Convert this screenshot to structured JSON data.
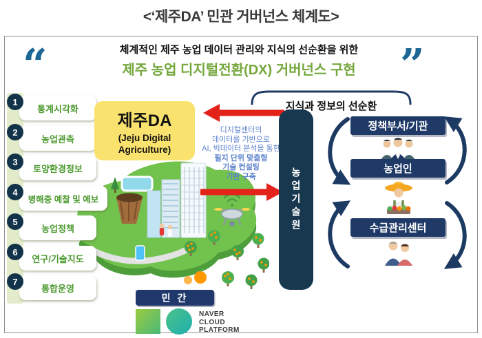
{
  "title": "<‘제주DA’ 민관 거버넌스 체계도>",
  "quote_box": {
    "open_quote": "“",
    "close_quote": "”",
    "line1": "체계적인 제주 농업 데이터 관리와 지식의 선순환을 위한",
    "line2": "제주 농업 디지털전환(DX) 거버넌스 구현"
  },
  "sidebar": {
    "items": [
      {
        "num": "1",
        "label": "통계시각화"
      },
      {
        "num": "2",
        "label": "농업관측"
      },
      {
        "num": "3",
        "label": "토양환경정보"
      },
      {
        "num": "4",
        "label": "병해충 예찰 및 예보"
      },
      {
        "num": "5",
        "label": "농업정책"
      },
      {
        "num": "6",
        "label": "연구/기술지도"
      },
      {
        "num": "7",
        "label": "통합운영"
      }
    ]
  },
  "center": {
    "jeju_da_title": "제주DA",
    "jeju_da_subtitle": "(Jeju Digital Agriculture)",
    "description_lines": [
      "디지털센터의",
      "데이터를 기반으로",
      "AI, 빅데이터 분석을 통한",
      "필지 단위 맞춤형",
      "기술 컨설팅",
      "기반 구축"
    ]
  },
  "right": {
    "header": "지식과 정보의 선순환",
    "vertical_bar_label": "농업기술원",
    "entities": [
      {
        "label": "정책부서/기관",
        "icon": "officials-icon"
      },
      {
        "label": "농업인",
        "icon": "farmer-icon"
      },
      {
        "label": "수급관리센터",
        "icon": "people-icon"
      }
    ]
  },
  "bottom": {
    "private_label": "민 간",
    "logo_lines": [
      "NAVER",
      "CLOUD",
      "PLATFORM"
    ]
  },
  "colors": {
    "navy": "#203a68",
    "bar_navy": "#183850",
    "quote_teal": "#1c6795",
    "green_heading": "#74a73c",
    "pill_green": "#4c9a2f",
    "card_yellow": "#fae26e",
    "arrow_red": "#e3231a",
    "desc_blue": "#5d82cd",
    "island_green": "#72c24e",
    "naver_green": "#9ccb3f",
    "naver_teal": "#1fb0ae"
  }
}
